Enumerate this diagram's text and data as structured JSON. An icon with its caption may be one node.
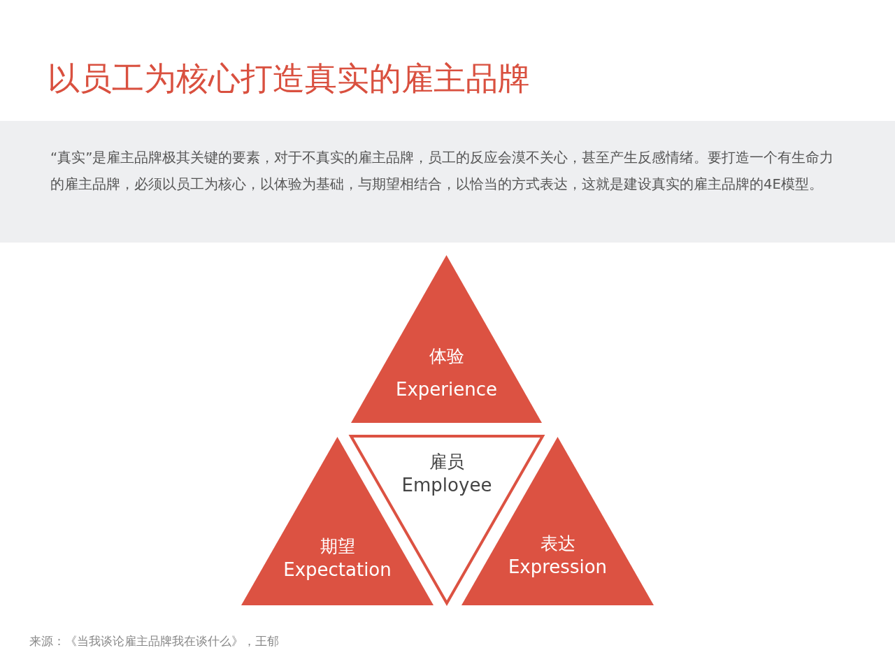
{
  "diagram": {
    "title": "以员工为核心打造真实的雇主品牌",
    "nodes": [
      {
        "text": [
          "体验",
          "Experience"
        ]
      },
      {
        "text": [
          "雇员",
          "Employee"
        ]
      },
      {
        "text": [
          "期望",
          "Expectation"
        ]
      },
      {
        "text": [
          "表达",
          "Expression"
        ]
      }
    ],
    "labels": [
      "“真实”是雇主品牌极其关键的要素，对于不真实的雇主品牌，员工的反应会漠不关心，甚至产生反感情绪。要打造一个有生命力的雇主品牌，必须以员工为核心，以体验为基础，与期望相结合，以恰当的方式表达，这就是建设真实的雇主品牌的4E模型。",
      "来源：《当我谈论雇主品牌我在谈什么》，王郁"
    ]
  }
}
